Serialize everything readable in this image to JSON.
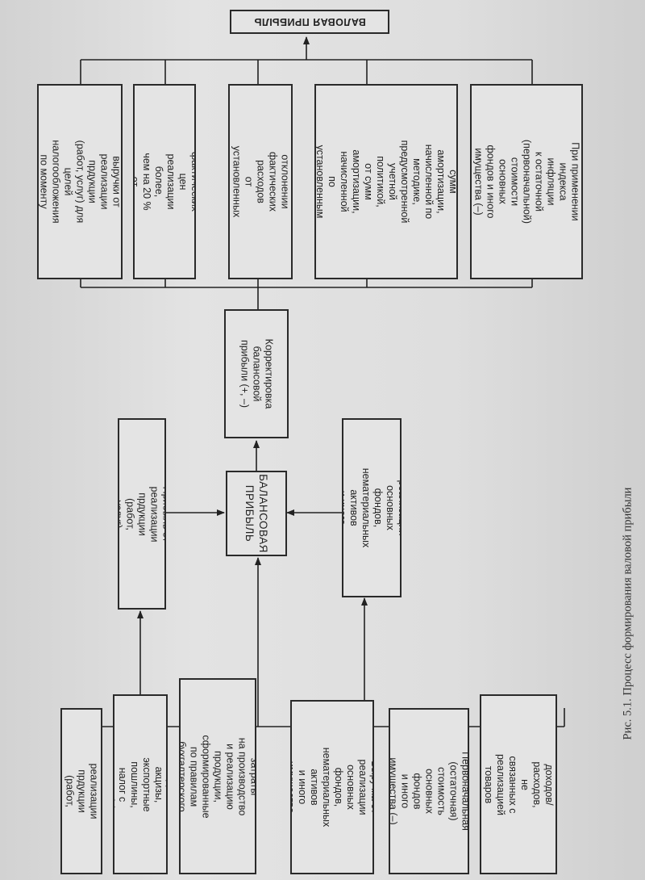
{
  "title": "ВАЛОВАЯ ПРИБЫЛЬ",
  "caption": "Рис. 5.1. Процесс формирования валовой прибыли",
  "top_boxes": [
    "При учета выручки от\nреализации прдукции\n(работ, услуг) для целей\nналогообложения\nпо моменту оплаты (+, –)",
    "При отклонении\nфактических цен\nреализации более,\nчем на 20 %\nот рыночных (+)",
    "При отклонении\nфактических расходов\nот установленных\nнормативов (+)",
    "При отклонении сумм\nамортизации,\nначисленной по методике,\nпредусмотренной\nучетной политикой,\nот сумм амортизации,\nначисленной\nпо установленным\nнормам (+)",
    "При применении\nиндекса инфляции\nк остаточной\n(первоначальной) стоимости\nосновных фондов и иного\nимущества (–)"
  ],
  "middle": {
    "correction": "Корректировка\nбалансовой\nприбыли (+, –)",
    "profit_sales": "Прибыль от реализации\nпрдукции (работ, услуг)",
    "balance_profit": "БАЛАНСОВАЯ\nПРИБЫЛЬ",
    "profit_assets": "Прибыль от реализации\nосновных фондов,\nнематериальных активов\nи иного имущества"
  },
  "bottom_boxes": [
    "Выручка от реализации\nпрдукции (работ, услуг)",
    "НДС, акцизы, экспортные\nпошлины, налог с продаж (–)",
    "Фактические затраты\nна производство\nи реализацию продукции,\nсформированные\nпо правилам бухгалтерского\nучета (–)",
    "Выручка от реализации\nосновных фондов,\nнематериальных активов\nи иного имущества",
    "Первоначальная\n(остаточная) стоимость\nосновных фондов\nи иного имущества (–)",
    "Сальдо (+, –)\nдоходов/расходов,\nне связанных с реализацией\nтоваров (работ, услуг)"
  ]
}
